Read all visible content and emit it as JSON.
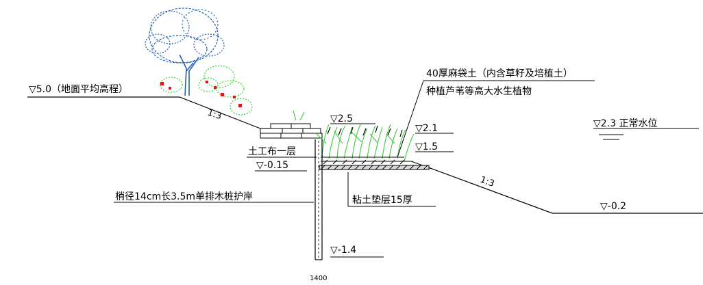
{
  "labels": {
    "ground_level": "▽5.0（地面平均高程）",
    "slope_upper": "1:3",
    "level_2_5": "▽2.5",
    "level_2_1": "▽2.1",
    "level_1_5": "▽1.5",
    "normal_water": "▽2.3  正常水位",
    "planting_line1": "40厚麻袋土（内含草籽及培植土）",
    "planting_line2": "种植芦苇等高大水生植物",
    "geotextile": "土工布一层",
    "level_neg_0_15": "▽-0.15",
    "pile_note": "梢径14cm长3.5m单排木桩护岸",
    "clay_cushion": "粘土垫层15厚",
    "slope_lower": "1:3",
    "level_neg_0_2": "▽-0.2",
    "level_neg_1_4": "▽-1.4",
    "pile_footer": "1400"
  },
  "colors": {
    "tree_blue": "#1f5fb3",
    "shrub_green": "#2fd62f",
    "flower_red": "#e0141e",
    "reed_green": "#39c839",
    "line": "#000000"
  }
}
